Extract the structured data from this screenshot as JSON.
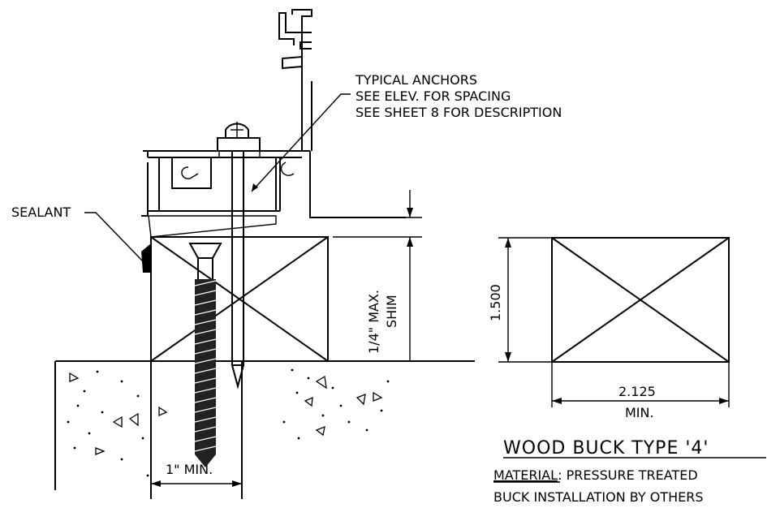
{
  "labels": {
    "anchor_line1": "TYPICAL ANCHORS",
    "anchor_line2": "SEE ELEV. FOR SPACING",
    "anchor_line3": "SEE SHEET 8 FOR DESCRIPTION",
    "sealant": "SEALANT",
    "shim_line1": "1/4\" MAX.",
    "shim_line2": "SHIM",
    "embed_min": "1\"  MIN.",
    "height_dim": "1.500",
    "width_dim": "2.125",
    "width_min": "MIN.",
    "title": "WOOD  BUCK  TYPE  '4'",
    "material_label": "MATERIAL",
    "material_value": ": PRESSURE TREATED",
    "install_note": "BUCK INSTALLATION BY OTHERS"
  }
}
